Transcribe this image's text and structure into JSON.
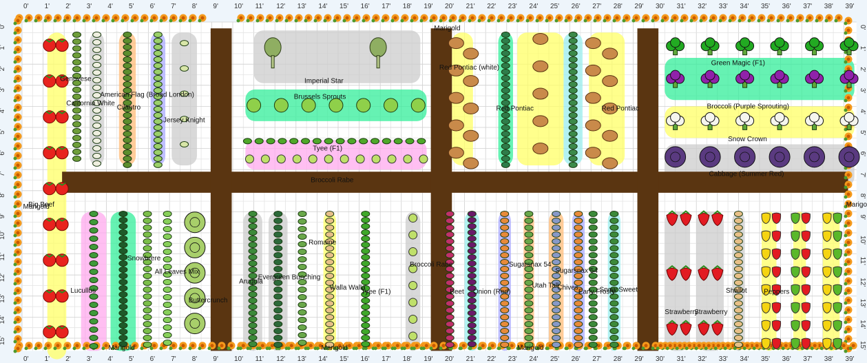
{
  "colors": {
    "path": "#5a3511",
    "grid": "#e4e4e4",
    "grid_major": "#cfcfcf",
    "border": "#8fb7d4",
    "yellow": "#ffff66",
    "green": "#33ee99",
    "grey": "#cccccc",
    "blue": "#aaaaff",
    "orange": "#ffbb77",
    "pink": "#ffaaee",
    "cyan": "#99eeee",
    "marigold": "#f59a1c"
  },
  "rulers": {
    "top": [
      "0'",
      "1'",
      "2'",
      "3'",
      "4'",
      "5'",
      "6'",
      "7'",
      "8'",
      "9'",
      "10'",
      "11'",
      "12'",
      "13'",
      "14'",
      "15'",
      "16'",
      "17'",
      "18'",
      "19'",
      "20'",
      "21'",
      "22'",
      "23'",
      "24'",
      "25'",
      "26'",
      "27'",
      "28'",
      "29'",
      "30'",
      "31'",
      "32'",
      "33'",
      "34'",
      "35'",
      "36'",
      "37'",
      "38'",
      "39'"
    ],
    "left": [
      "0'",
      "1'",
      "2'",
      "3'",
      "4'",
      "5'",
      "6'",
      "7'",
      "8'",
      "9'",
      "10'",
      "11'",
      "12'",
      "13'",
      "14'",
      "15'"
    ]
  },
  "labels": [
    {
      "text": "Marigold"
    },
    {
      "text": "Marigold"
    },
    {
      "text": "Marigold"
    },
    {
      "text": "Marigold"
    },
    {
      "text": "Marigold"
    },
    {
      "text": "Marigold"
    },
    {
      "text": "Big Beef"
    },
    {
      "text": "Genovese"
    },
    {
      "text": "California White"
    },
    {
      "text": "American Flag (Broad London)"
    },
    {
      "text": "Cilantro"
    },
    {
      "text": "Jersey Knight"
    },
    {
      "text": "Imperial Star"
    },
    {
      "text": "Brussels Sprouts"
    },
    {
      "text": "Tyee (F1)"
    },
    {
      "text": "Broccoli Rabe"
    },
    {
      "text": "Red Pontiac (white)"
    },
    {
      "text": "Red Pontiac"
    },
    {
      "text": "Red Pontiac"
    },
    {
      "text": "Green Magic (F1)"
    },
    {
      "text": "Broccoli (Purple Sprouting)"
    },
    {
      "text": "Snow Crown"
    },
    {
      "text": "Cabbage (Summer Red)"
    },
    {
      "text": "Lucullus"
    },
    {
      "text": "Snowbrere"
    },
    {
      "text": "All Leaves Mix"
    },
    {
      "text": "Buttercrunch"
    },
    {
      "text": "Arugula"
    },
    {
      "text": "Evergreen Bunching"
    },
    {
      "text": "Romaine"
    },
    {
      "text": "Walla Walla"
    },
    {
      "text": "Tyee (F1)"
    },
    {
      "text": "Broccoli Rabe"
    },
    {
      "text": "Beet"
    },
    {
      "text": "Onion (Red)"
    },
    {
      "text": "Sugarsnax 54"
    },
    {
      "text": "Utah Tall"
    },
    {
      "text": "Sugarsnax 54"
    },
    {
      "text": "Chives"
    },
    {
      "text": "Early Frosty"
    },
    {
      "text": "Snow Sweet"
    },
    {
      "text": "Strawberry"
    },
    {
      "text": "Strawberry"
    },
    {
      "text": "Shallot"
    },
    {
      "text": "Peppers"
    }
  ]
}
